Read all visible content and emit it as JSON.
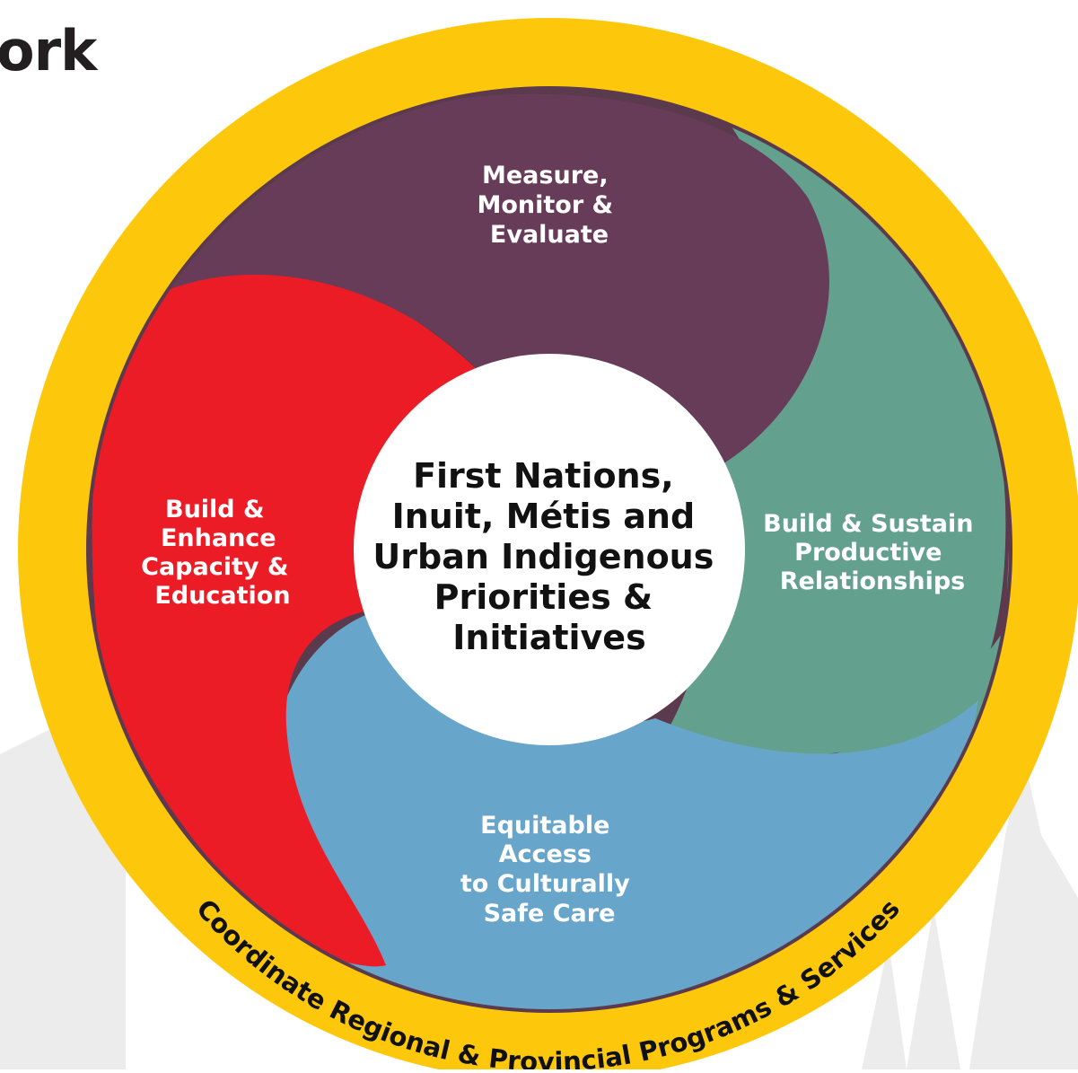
{
  "heading_fragment": "ork",
  "center": {
    "lines": [
      "First Nations,",
      "Inuit, Métis and",
      "Urban Indigenous",
      "Priorities &",
      "Initiatives"
    ]
  },
  "segments": {
    "measure": {
      "lines": [
        "Measure,",
        "Monitor &",
        "Evaluate"
      ],
      "color": "#673c58"
    },
    "sustain": {
      "lines": [
        "Build & Sustain",
        "Productive",
        "Relationships"
      ],
      "color": "#63a18e"
    },
    "access": {
      "lines": [
        "Equitable",
        "Access",
        "to Culturally",
        "Safe Care"
      ],
      "color": "#68a5ca"
    },
    "capacity": {
      "lines": [
        "Build &",
        "Enhance",
        "Capacity &",
        "Education"
      ],
      "color": "#ec1c27"
    }
  },
  "ring": {
    "label": "Coordinate Regional & Provincial Programs & Services",
    "color": "#fdc80c"
  },
  "background_color": "#ededed"
}
